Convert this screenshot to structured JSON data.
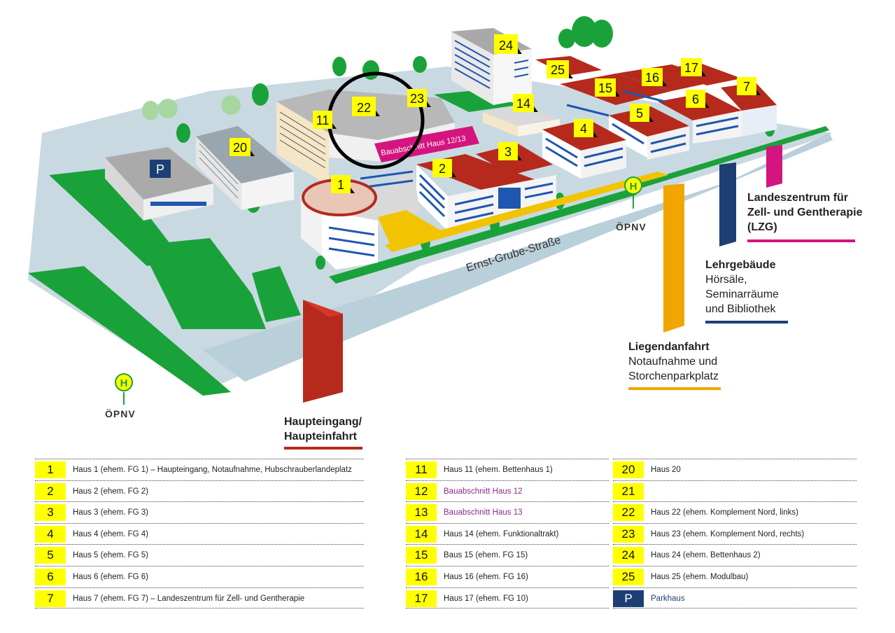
{
  "map": {
    "building_labels": [
      "1",
      "2",
      "3",
      "4",
      "5",
      "6",
      "7",
      "11",
      "14",
      "15",
      "16",
      "17",
      "20",
      "22",
      "23",
      "24",
      "25"
    ],
    "parking_label": "P",
    "construction_label": "Bauabschnitt Haus 12/13",
    "street_label": "Ernst-Grube-Straße",
    "stop_symbol": "H",
    "stop_label": "ÖPNV"
  },
  "callouts": {
    "lzg_title": "Landeszentrum für Zell- und Gentherapie (LZG)",
    "lehr_title": "Lehrgebäude",
    "lehr_line1": "Hörsäle,",
    "lehr_line2": "Seminarräume",
    "lehr_line3": "und Bibliothek",
    "liegend_title": "Liegendanfahrt",
    "liegend_line1": "Notaufnahme und",
    "liegend_line2": "Storchenparkplatz",
    "haupt_line1": "Haupteingang/",
    "haupt_line2": "Haupteinfahrt"
  },
  "colors": {
    "yellow": "#ffff00",
    "navy": "#1d3f73",
    "red_roof": "#b52a1c",
    "orange": "#f0a500",
    "magenta": "#d4157f",
    "green": "#1aa23a",
    "blue_window": "#1f56b0"
  },
  "legend": [
    [
      {
        "num": "1",
        "text": "Haus 1 (ehem. FG 1) – Haupteingang, Notaufnahme, Hubschrauberlandeplatz"
      },
      {
        "num": "2",
        "text": "Haus 2 (ehem. FG 2)"
      },
      {
        "num": "3",
        "text": "Haus 3 (ehem. FG 3)"
      },
      {
        "num": "4",
        "text": "Haus 4 (ehem. FG 4)"
      },
      {
        "num": "5",
        "text": "Haus 5 (ehem. FG 5)"
      },
      {
        "num": "6",
        "text": "Haus 6 (ehem. FG 6)"
      },
      {
        "num": "7",
        "text": "Haus 7 (ehem. FG 7) – Landeszentrum für Zell- und Gentherapie"
      }
    ],
    [
      {
        "num": "11",
        "text": "Haus 11 (ehem. Bettenhaus 1)"
      },
      {
        "num": "12",
        "text": "Bauabschnitt Haus 12",
        "style": "purple"
      },
      {
        "num": "13",
        "text": "Bauabschnitt Haus 13",
        "style": "purple"
      },
      {
        "num": "14",
        "text": "Haus 14 (ehem. Funktionaltrakt)"
      },
      {
        "num": "15",
        "text": "Baus 15 (ehem. FG 15)"
      },
      {
        "num": "16",
        "text": "Haus 16 (ehem. FG 16)"
      },
      {
        "num": "17",
        "text": "Haus 17 (ehem. FG 10)"
      }
    ],
    [
      {
        "num": "20",
        "text": "Haus 20"
      },
      {
        "num": "21",
        "text": ""
      },
      {
        "num": "22",
        "text": "Haus 22 (ehem. Komplement Nord, links)"
      },
      {
        "num": "23",
        "text": "Haus 23 (ehem. Komplement Nord, rechts)"
      },
      {
        "num": "24",
        "text": "Haus 24 (ehem. Bettenhaus 2)"
      },
      {
        "num": "25",
        "text": "Haus 25 (ehem. Modulbau)"
      },
      {
        "num": "P",
        "text": "Parkhaus",
        "style": "navy"
      }
    ]
  ]
}
